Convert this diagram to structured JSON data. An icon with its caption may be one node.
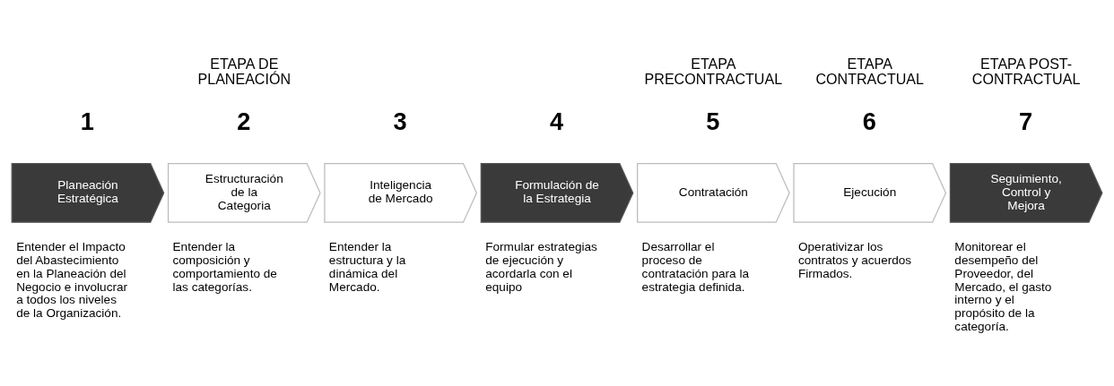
{
  "diagram": {
    "nodes": [
      {
        "text": [
          "Planeación Estratégica"
        ],
        "beside": [
          "1",
          "Entender el Impacto del Abastecimiento en la Planeación del Negocio e involucrar a todos los niveles de la Organización."
        ]
      },
      {
        "text": [
          "Estructuración de la Categoria"
        ],
        "beside": [
          "2",
          "Entender la composición y comportamiento de las categorías."
        ]
      },
      {
        "text": [
          "Inteligencia de Mercado"
        ],
        "beside": [
          "3",
          "Entender la estructura y la dinámica del Mercado."
        ]
      },
      {
        "text": [
          "Formulación de la Estrategia"
        ],
        "beside": [
          "4",
          "Formular estrategias de ejecución y acordarla con el equipo"
        ]
      },
      {
        "text": [
          "Contratación"
        ],
        "beside": [
          "5",
          "Desarrollar el proceso de contratación para la estrategia definida."
        ]
      },
      {
        "text": [
          "Ejecución"
        ],
        "beside": [
          "6",
          "Operativizar los contratos y acuerdos Firmados."
        ]
      },
      {
        "text": [
          "Seguimiento, Control y Mejora"
        ],
        "beside": [
          "7",
          "Monitorear el desempeño del Proveedor, del Mercado, el gasto interno y el propósito de la categoría."
        ]
      }
    ],
    "edges": [],
    "labels": [
      "ETAPA DE PLANEACIÓN",
      "ETAPA PRECONTRACTUAL",
      "ETAPA CONTRACTUAL",
      "ETAPA POST-CONTRACTUAL"
    ]
  }
}
